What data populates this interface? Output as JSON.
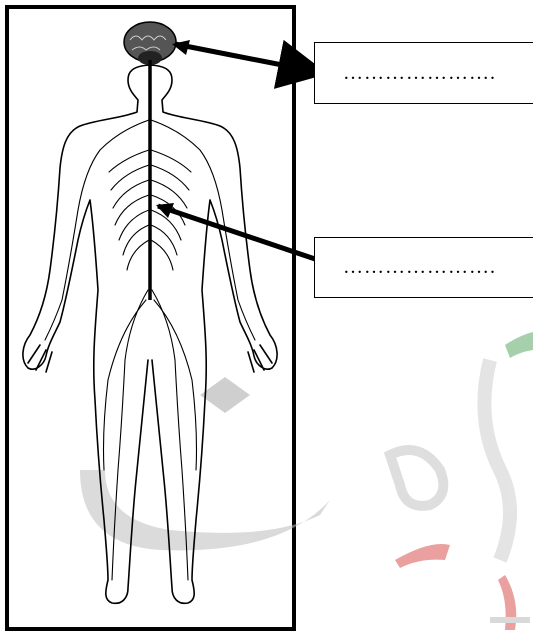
{
  "diagram": {
    "labels": [
      {
        "id": "label-brain",
        "text": "………………….",
        "points_to": "brain"
      },
      {
        "id": "label-spinal-cord",
        "text": "………………….",
        "points_to": "spinal-cord"
      }
    ],
    "colors": {
      "line": "#000000",
      "watermark_gray": "#bdbdbd",
      "watermark_green": "#5faa6a",
      "watermark_red": "#d9534f"
    }
  }
}
